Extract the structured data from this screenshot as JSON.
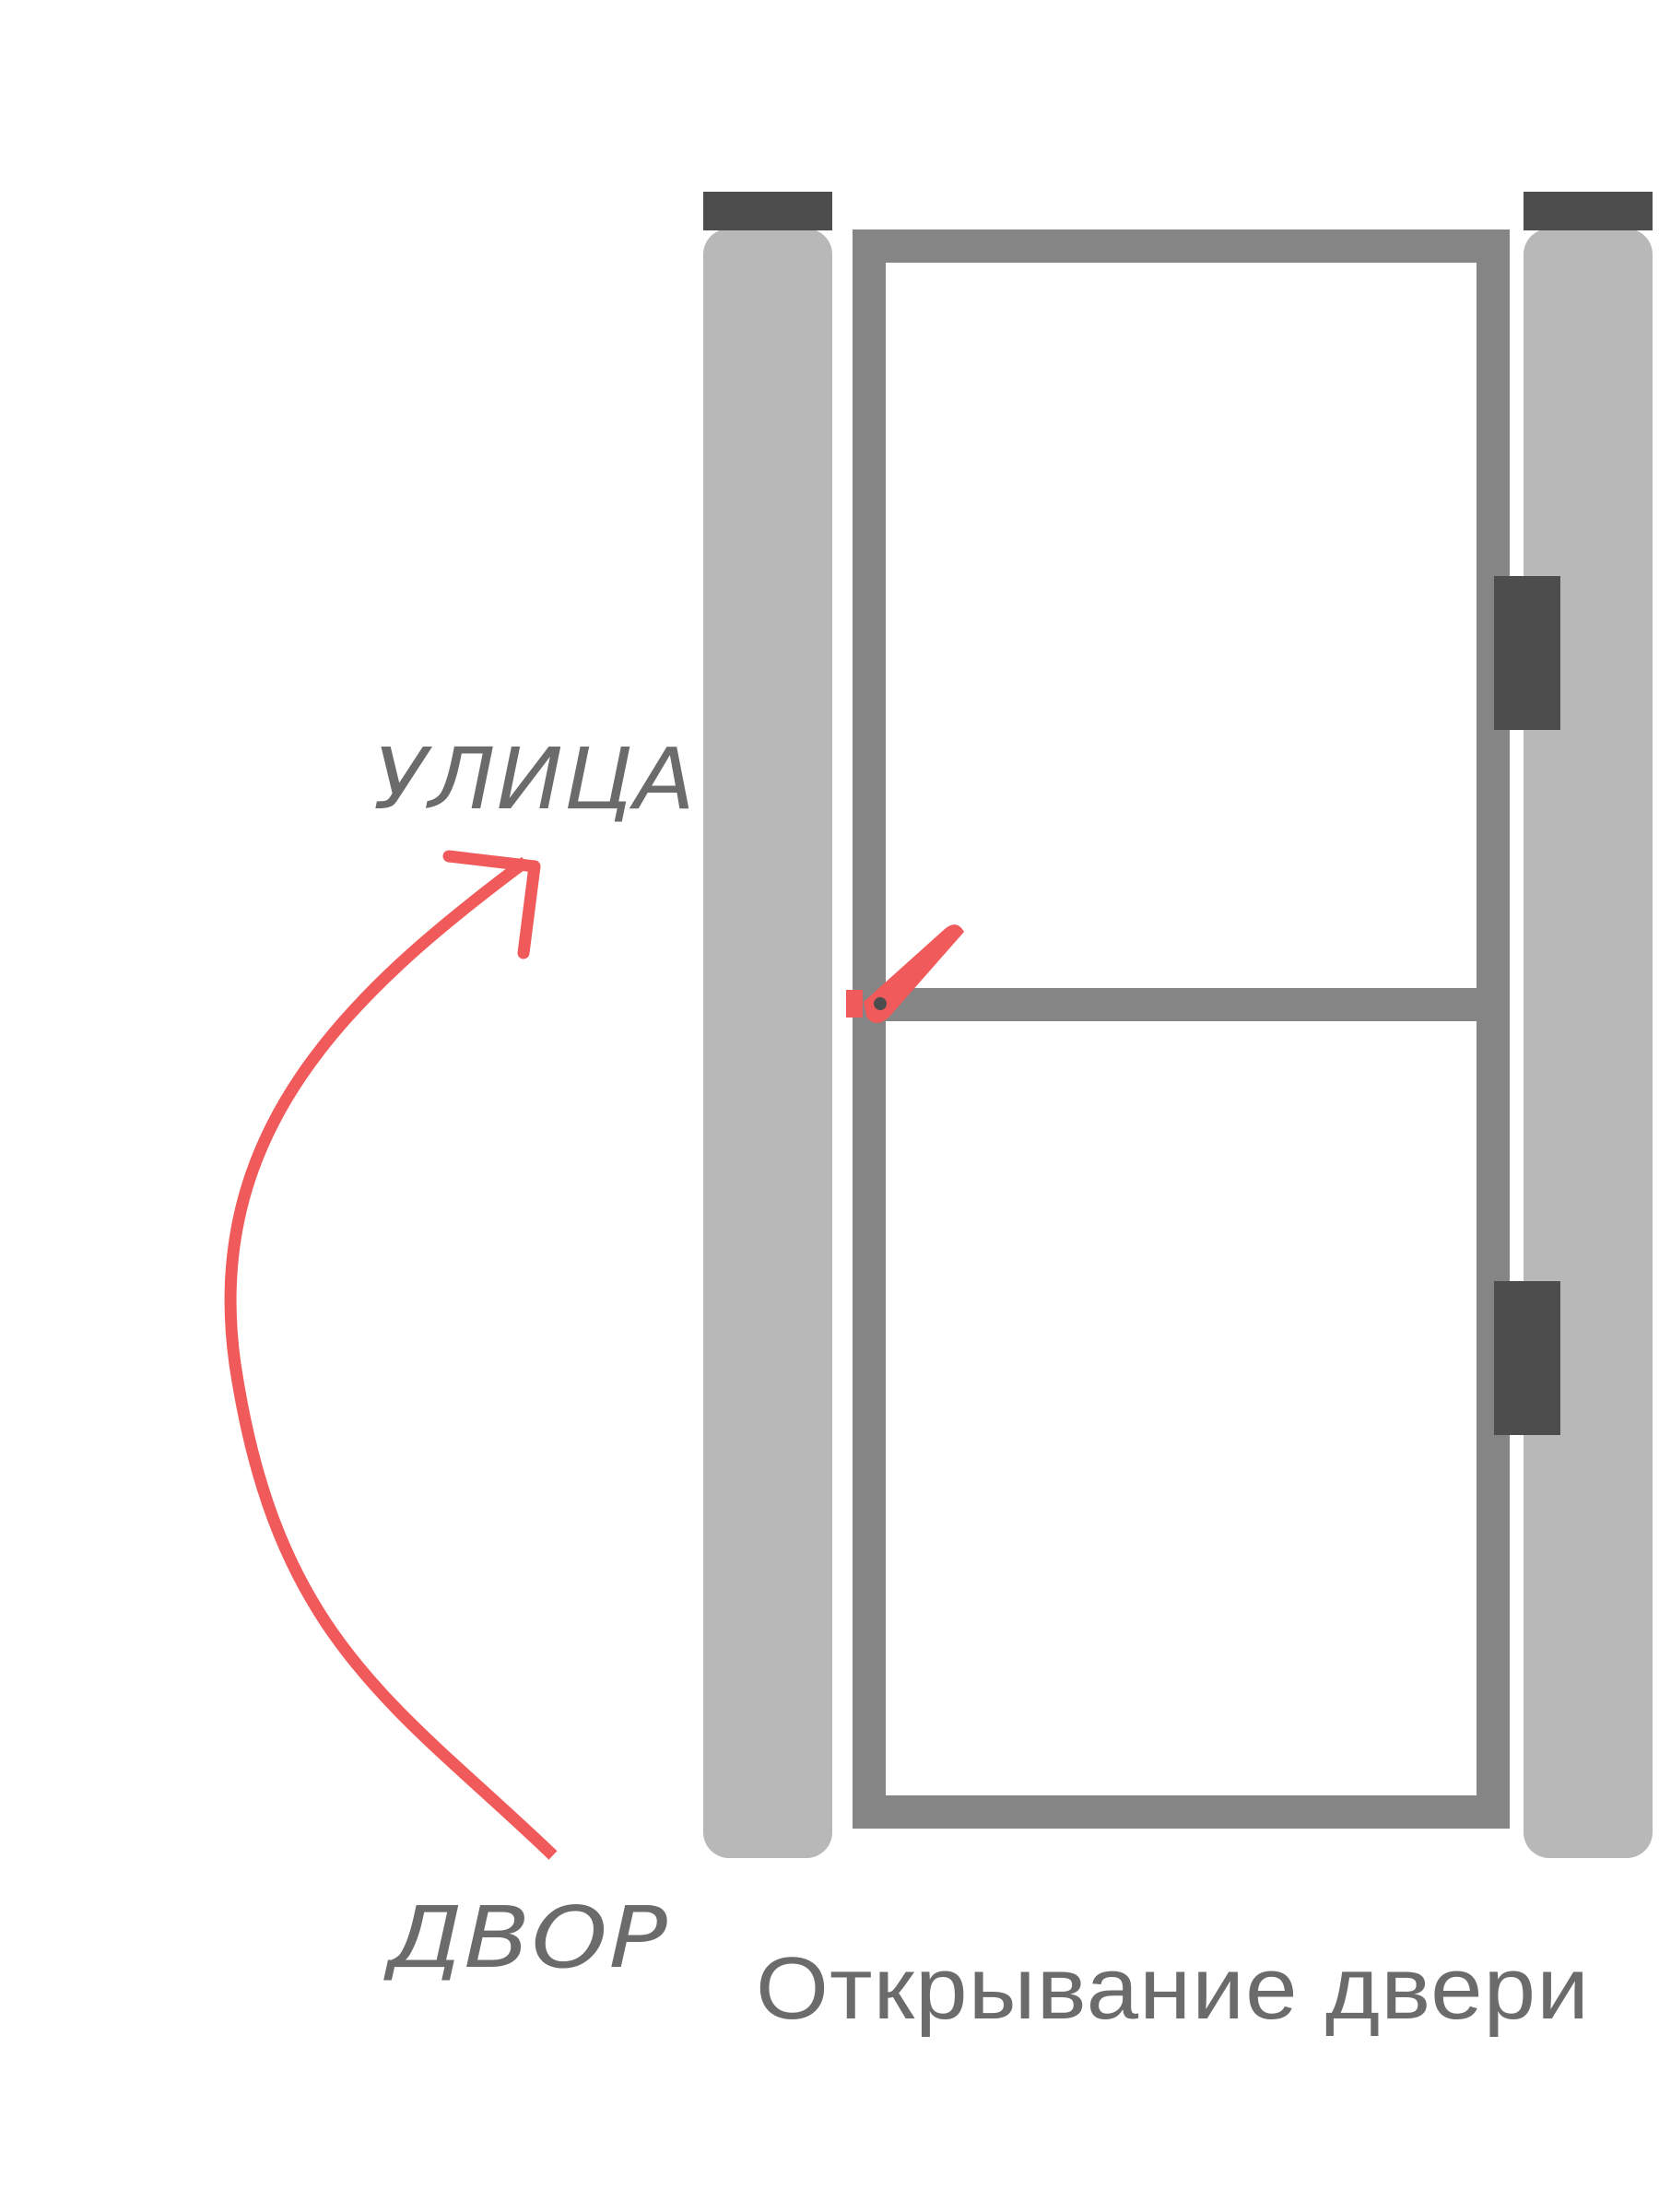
{
  "labels": {
    "street": "УЛИЦА",
    "yard": "ДВОР",
    "caption": "Открывание двери"
  },
  "colors": {
    "post": "#b8b8b8",
    "post_cap": "#4d4d4d",
    "door_frame": "#858585",
    "hinge": "#4d4d4d",
    "arrow": "#f05a5a",
    "handle": "#f05a5a",
    "text": "#6b6b6b",
    "background": "#ffffff"
  },
  "icons": {
    "direction_arrow": "curved-arrow-up-right-icon",
    "handle": "door-handle-icon"
  }
}
